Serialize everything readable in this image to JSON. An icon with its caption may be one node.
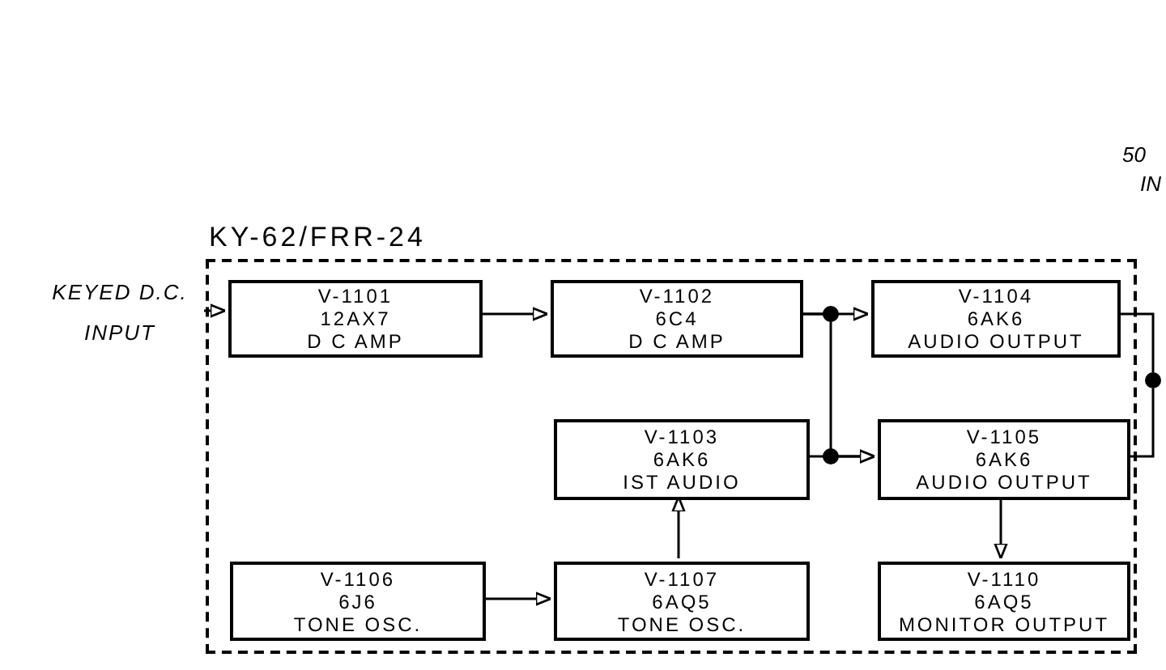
{
  "diagram": {
    "nodes": [
      {
        "text": [
          "KY-62/FRR-24"
        ]
      },
      {
        "text": [
          "V-1101",
          "12AX7",
          "D C AMP"
        ],
        "in": 0
      },
      {
        "text": [
          "V-1102",
          "6C4",
          "D C AMP"
        ],
        "in": 0
      },
      {
        "text": [
          "V-1104",
          "6AK6",
          "AUDIO OUTPUT"
        ],
        "in": 0
      },
      {
        "text": [
          "V-1103",
          "6AK6",
          "IST AUDIO"
        ],
        "in": 0
      },
      {
        "text": [
          "V-1105",
          "6AK6",
          "AUDIO OUTPUT"
        ],
        "in": 0
      },
      {
        "text": [
          "V-1106",
          "6J6",
          "TONE OSC."
        ],
        "in": 0
      },
      {
        "text": [
          "V-1107",
          "6AQ5",
          "TONE OSC."
        ],
        "in": 0
      },
      {
        "text": [
          "V-1110",
          "6AQ5",
          "MONITOR OUTPUT"
        ],
        "in": 0
      },
      {
        "text": [
          "KEYED D.C. INPUT"
        ]
      },
      {
        "text": [],
        "shape": "circle"
      }
    ],
    "edges": [
      {
        "from": 9,
        "to": 1,
        "arrow": "to"
      },
      {
        "from": 1,
        "to": 2,
        "arrow": "to"
      },
      {
        "from": 2,
        "to": 3,
        "arrow": "to"
      },
      {
        "from": 2,
        "to": 5,
        "arrow": "to"
      },
      {
        "from": 4,
        "to": 5,
        "arrow": "to"
      },
      {
        "from": 7,
        "to": 4,
        "arrow": "to"
      },
      {
        "from": 6,
        "to": 7,
        "arrow": "to"
      },
      {
        "from": 5,
        "to": 8,
        "arrow": "to"
      },
      {
        "from": 3,
        "to": 10,
        "arrow": "none"
      },
      {
        "from": 5,
        "to": 10,
        "arrow": "none"
      }
    ],
    "labels": [
      "50",
      "IN"
    ]
  }
}
